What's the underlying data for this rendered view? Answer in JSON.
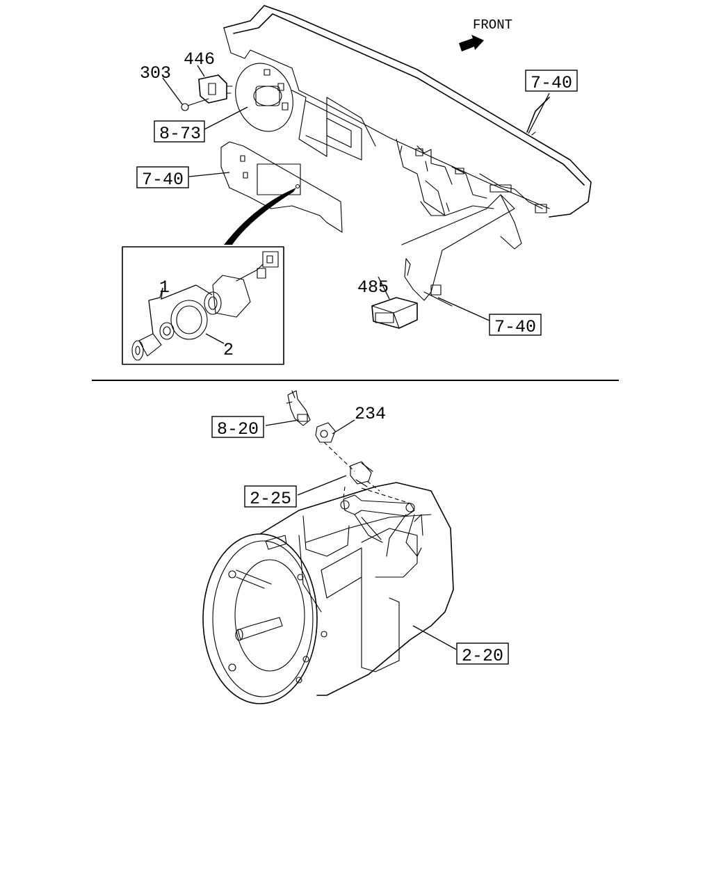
{
  "direction": {
    "text": "FRONT",
    "icon": "arrow-icon"
  },
  "upper_section": {
    "part_numbers": {
      "p303": "303",
      "p446": "446",
      "p485": "485",
      "p1": "1",
      "p2": "2"
    },
    "references": {
      "ref_8_73": "8-73",
      "ref_7_40_top": "7-40",
      "ref_7_40_left": "7-40",
      "ref_7_40_bottom": "7-40"
    }
  },
  "lower_section": {
    "part_numbers": {
      "p234": "234"
    },
    "references": {
      "ref_8_20": "8-20",
      "ref_2_25": "2-25",
      "ref_2_20": "2-20"
    }
  }
}
